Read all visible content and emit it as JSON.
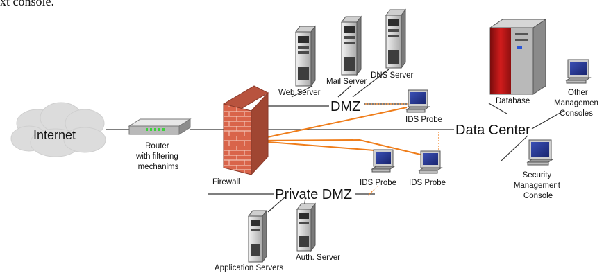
{
  "header_fragment": "xt console.",
  "colors": {
    "link_line": "#333333",
    "probe_line": "#ef7d1a",
    "brick": "#d9644a",
    "cloud": "#dcdcdc"
  },
  "nodes": {
    "internet": "Internet",
    "router": [
      "Router",
      "with filtering",
      "mechanims"
    ],
    "firewall": "Firewall",
    "web_server": "Web Server",
    "mail_server": "Mail Server",
    "dns_server": "DNS Server",
    "database": "Database",
    "other_consoles": [
      "Other",
      "Managemen",
      "Consoles"
    ],
    "security_console": [
      "Security",
      "Management",
      "Console"
    ],
    "application_servers": "Application Servers",
    "auth_server": "Auth. Server",
    "ids_probe_top": "IDS Probe",
    "ids_probe_left": "IDS Probe",
    "ids_probe_right": "IDS Probe"
  },
  "zones": {
    "dmz": "DMZ",
    "data_center": "Data Center",
    "private_dmz": "Private DMZ"
  }
}
